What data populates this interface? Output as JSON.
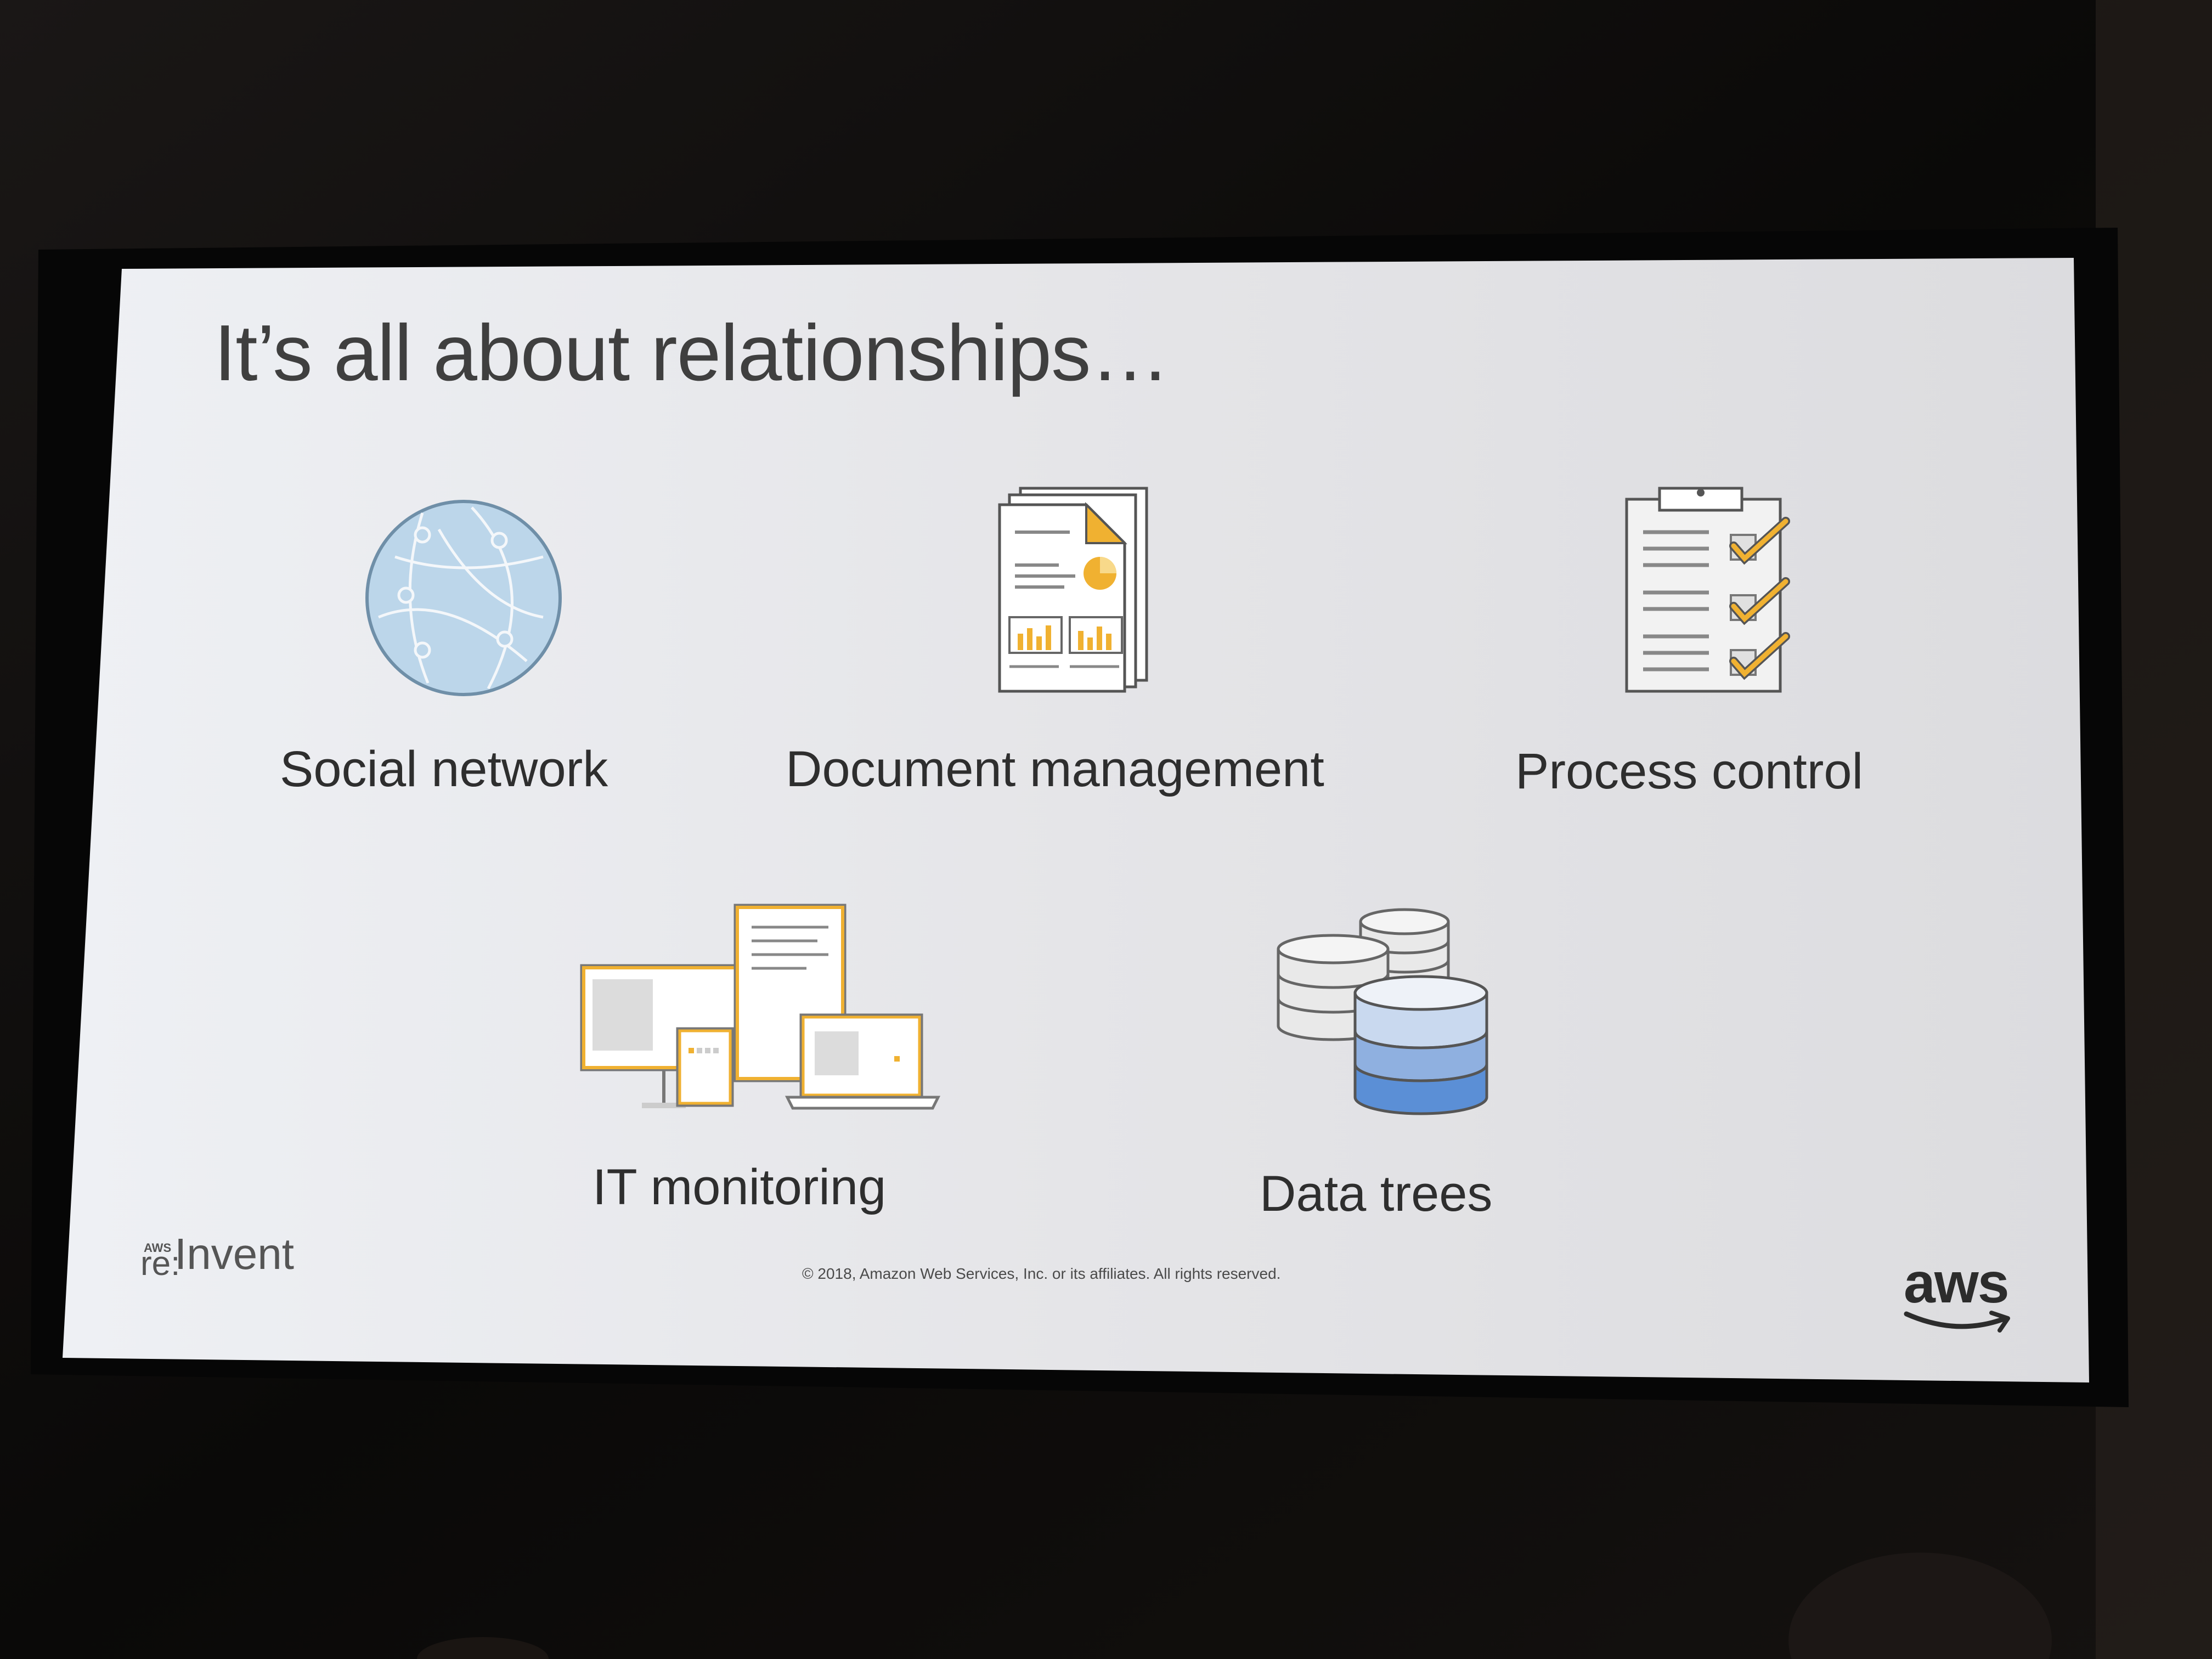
{
  "slide": {
    "title": "It’s all about relationships…",
    "items": [
      {
        "label": "Social network",
        "icon": "globe-network-icon"
      },
      {
        "label": "Document management",
        "icon": "documents-chart-icon"
      },
      {
        "label": "Process control",
        "icon": "clipboard-checklist-icon"
      },
      {
        "label": "IT monitoring",
        "icon": "devices-icon"
      },
      {
        "label": "Data trees",
        "icon": "database-stack-icon"
      }
    ],
    "footer": {
      "copyright": "© 2018, Amazon Web Services, Inc. or its affiliates. All rights reserved.",
      "event_logo_small": "AWS",
      "event_logo_re": "re:",
      "event_logo_main": "Invent",
      "brand_logo": "aws"
    }
  },
  "colors": {
    "slide_background": "#e6e6ea",
    "title_text": "#3f3f3f",
    "accent_orange": "#f0b131",
    "accent_blue": "#5b8fd6",
    "globe_blue": "#bcd6ea"
  }
}
